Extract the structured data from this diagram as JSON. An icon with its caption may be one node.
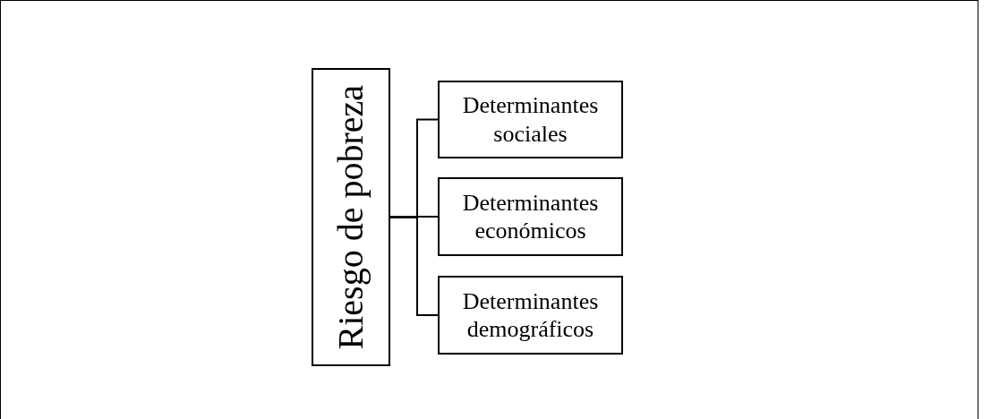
{
  "diagram": {
    "nodes": [
      {
        "text": [
          "Riesgo de pobreza"
        ]
      },
      {
        "text": [
          "Determinantes sociales"
        ]
      },
      {
        "text": [
          "Determinantes económicos"
        ]
      },
      {
        "text": [
          "Determinantes demográficos"
        ]
      }
    ],
    "edges": [
      {
        "from": 0,
        "to": 1,
        "arrow": "none"
      },
      {
        "from": 0,
        "to": 2,
        "arrow": "none"
      },
      {
        "from": 0,
        "to": 3,
        "arrow": "none"
      }
    ]
  }
}
